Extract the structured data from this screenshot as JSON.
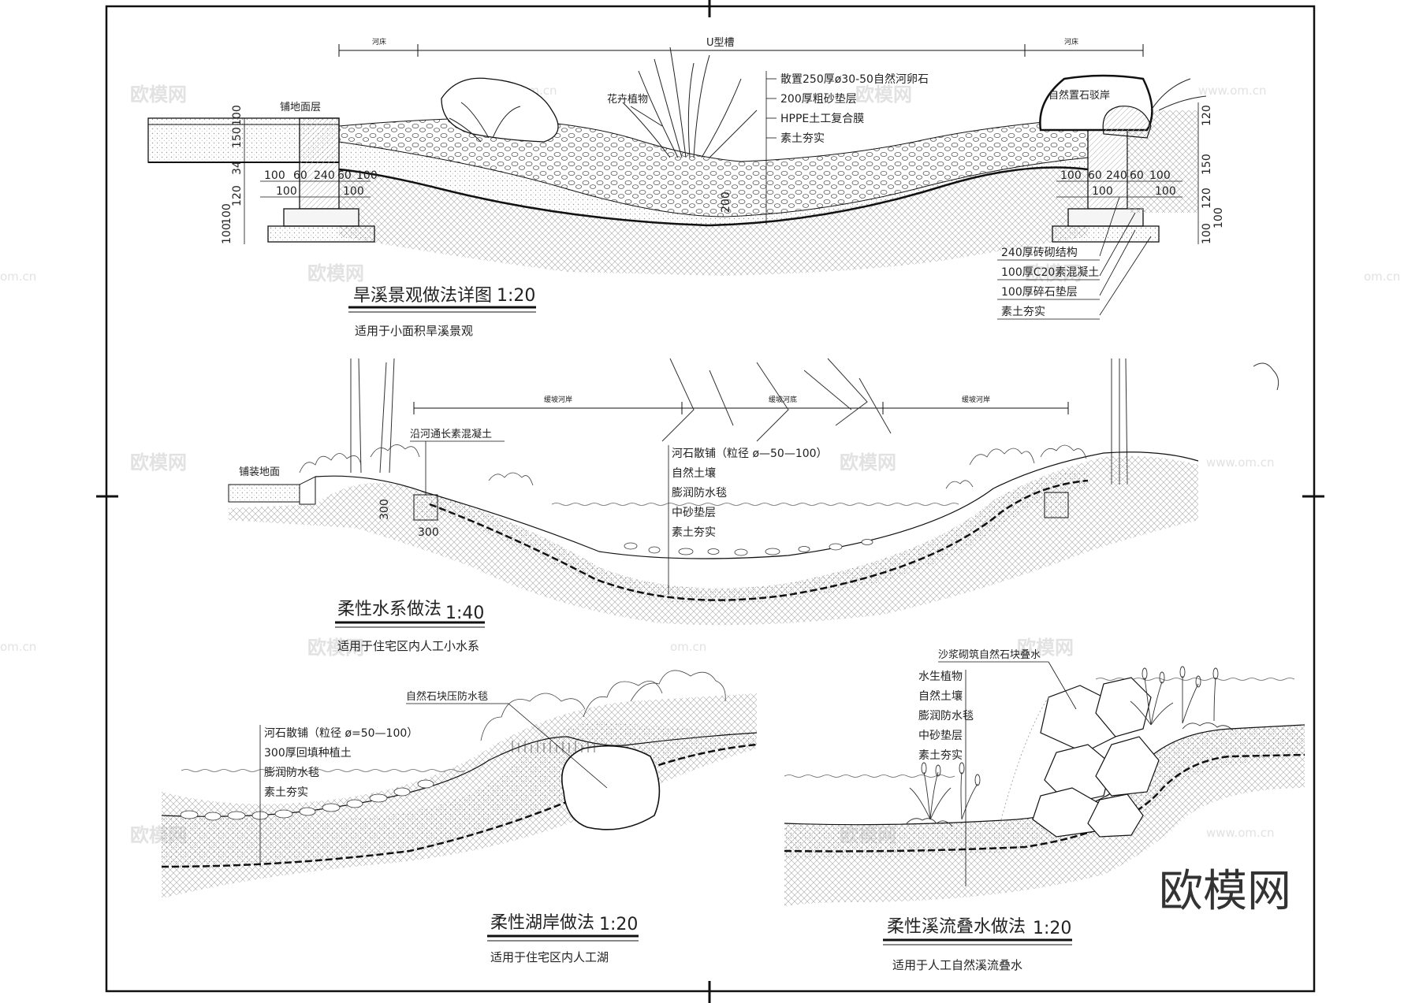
{
  "watermark": {
    "brand": "欧模网",
    "site": "www.om.cn",
    "site_short": "om.cn"
  },
  "s1": {
    "title": "旱溪景观做法详图",
    "scale": "1:20",
    "subtitle": "适用于小面积旱溪景观",
    "callout_top": [
      "散置250厚ø30-50自然河卵石",
      "200厚粗砂垫层",
      "HPPE土工复合膜",
      "素土夯实"
    ],
    "callout_base": [
      "240厚砖砌结构",
      "100厚C20素混凝土",
      "100厚碎石垫层",
      "素土夯实"
    ],
    "label_paving": "铺地面层",
    "label_flowers": "花卉植物",
    "label_stone": "自然置石驳岸",
    "label_top_left": "河床",
    "label_top_mid": "U型槽",
    "label_top_right": "河床",
    "dims_left": [
      "100",
      "60",
      "240",
      "60",
      "100",
      "100",
      "100"
    ],
    "dims_right": [
      "100",
      "60",
      "240",
      "60",
      "100",
      "100",
      "100"
    ],
    "dims_vert_left": [
      "100",
      "150",
      "34",
      "120",
      "100",
      "100"
    ],
    "dims_vert_right": [
      "120",
      "150",
      "120",
      "100",
      "100"
    ],
    "dim_center": "200"
  },
  "s2": {
    "title": "柔性水系做法",
    "scale": "1:40",
    "subtitle": "适用于住宅区内人工小水系",
    "callouts": [
      "河石散铺（粒径 ø—50—100）",
      "自然土壤",
      "膨润防水毯",
      "中砂垫层",
      "素土夯实"
    ],
    "label_concrete": "沿河通长素混凝土",
    "label_paving": "铺装地面",
    "label_top_left": "缓坡河岸",
    "label_top_mid": "缓坡河底",
    "label_top_right": "缓坡河岸",
    "dim_v": "300",
    "dim_h": "300"
  },
  "s3": {
    "title": "柔性湖岸做法",
    "scale": "1:20",
    "subtitle": "适用于住宅区内人工湖",
    "callouts": [
      "河石散铺（粒径 ø=50—100）",
      "300厚回填种植土",
      "膨润防水毯",
      "素土夯实"
    ],
    "label_stone": "自然石块压防水毯"
  },
  "s4": {
    "title": "柔性溪流叠水做法",
    "scale": "1:20",
    "subtitle": "适用于人工自然溪流叠水",
    "callouts": [
      "水生植物",
      "自然土壤",
      "膨润防水毯",
      "中砂垫层",
      "素土夯实"
    ],
    "label_stack": "沙浆砌筑自然石块叠水"
  },
  "colors": {
    "line": "#111111",
    "hatch": "#9a9a9a",
    "watermark": "#e2e2e2"
  }
}
